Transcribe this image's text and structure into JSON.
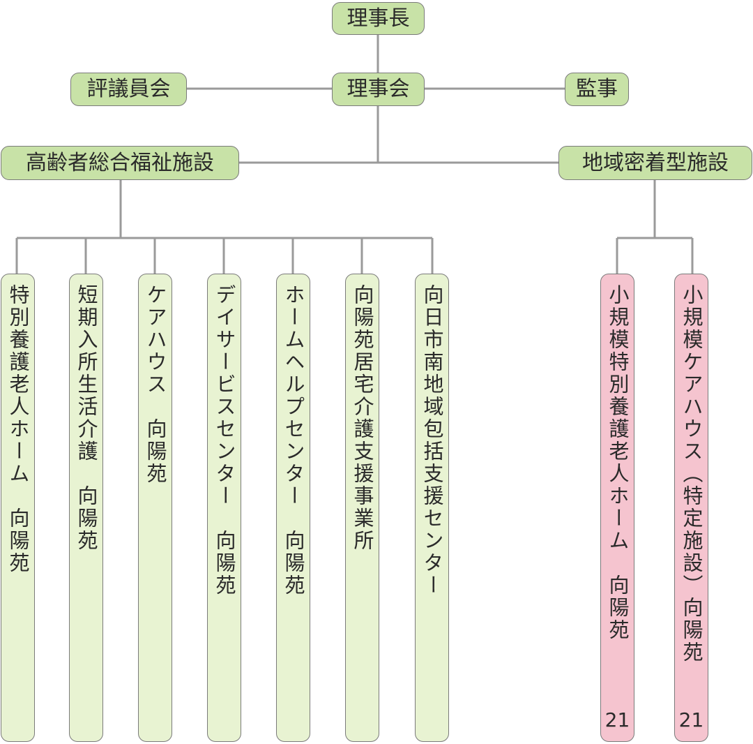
{
  "top": {
    "chairman": "理事長",
    "board": "理事会",
    "councilors": "評議員会",
    "auditor": "監事"
  },
  "branches": {
    "general": "高齢者総合福祉施設",
    "community": "地域密着型施設"
  },
  "general_facilities": [
    "特別養護老人ホーム　向陽苑",
    "短期入所生活介護　向陽苑",
    "ケアハウス　向陽苑",
    "デイサービスセンター　向陽苑",
    "ホームヘルプセンター　向陽苑",
    "向陽苑居宅介護支援事業所",
    "向日市南地域包括支援センター"
  ],
  "community_facilities": [
    {
      "name": "小規模特別養護老人ホーム　向陽苑",
      "number": "21"
    },
    {
      "name": "小規模ケアハウス（特定施設）向陽苑",
      "number": "21"
    }
  ],
  "colors": {
    "green": "#c8e2a7",
    "light_green": "#e8f3d2",
    "pink": "#f5c4cf",
    "line": "#9a9a9a"
  }
}
